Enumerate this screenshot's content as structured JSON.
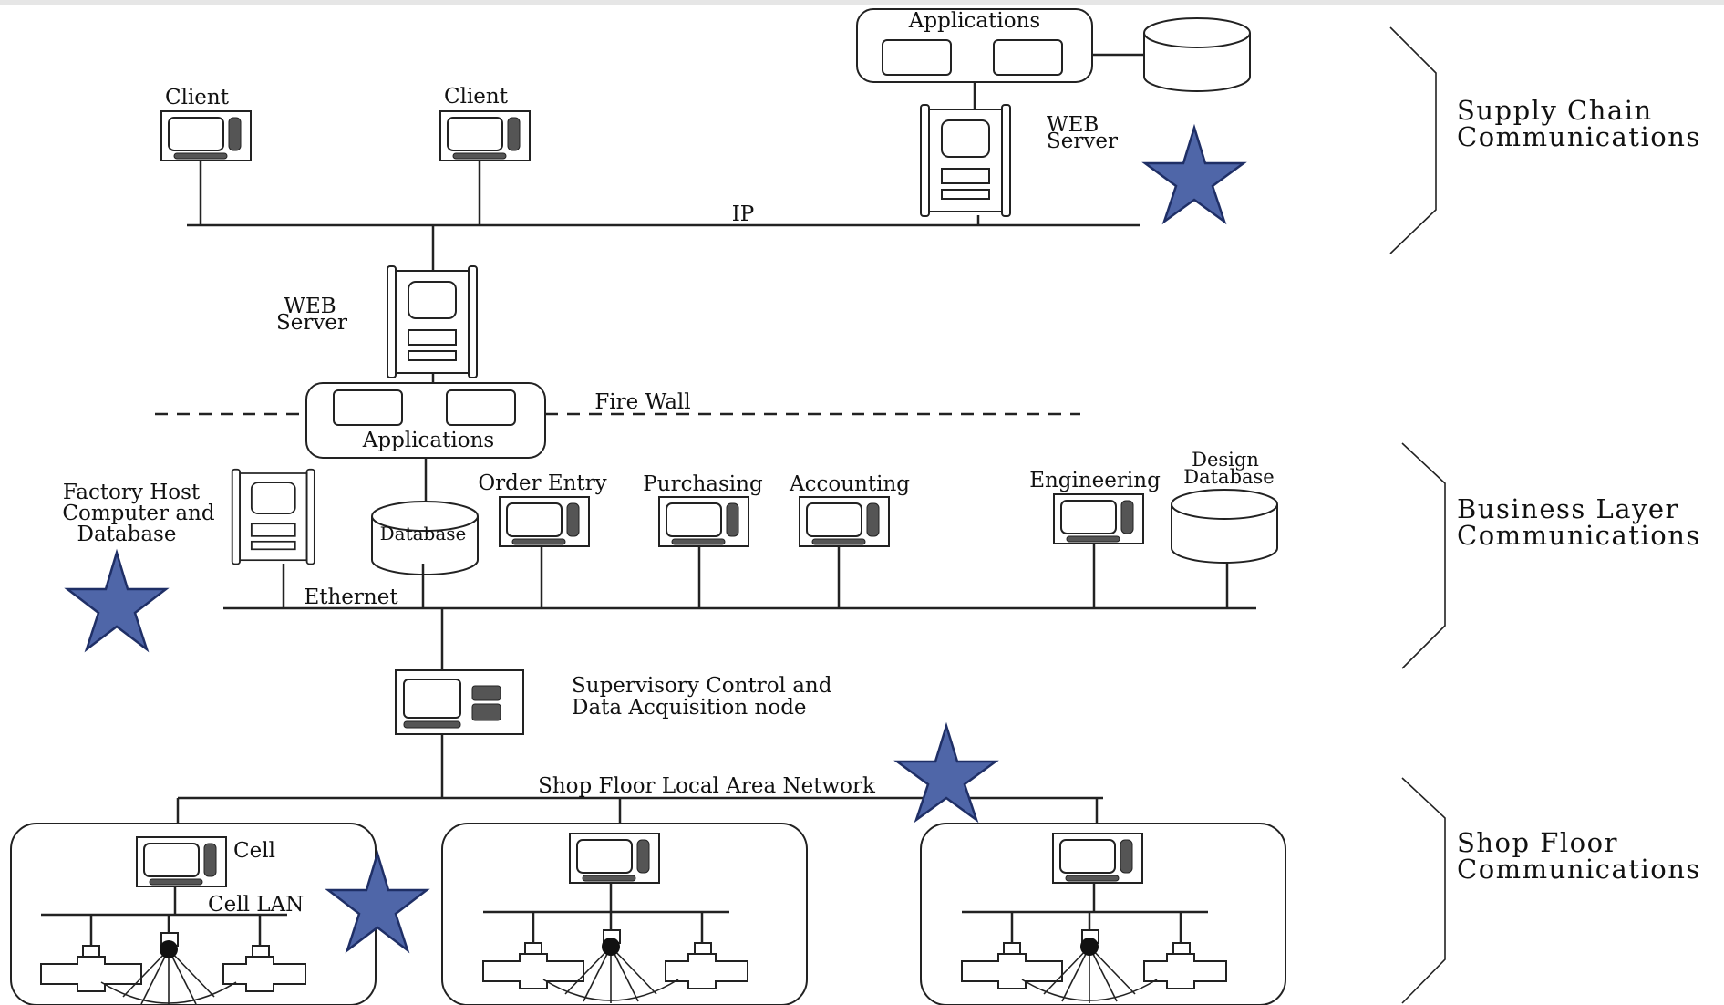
{
  "top": {
    "applications": "Applications",
    "client_1": "Client",
    "client_2": "Client",
    "web_server_line1": "WEB",
    "web_server_line2": "Server",
    "ip": "IP"
  },
  "mid": {
    "web_server_line1": "WEB",
    "web_server_line2": "Server",
    "applications": "Applications",
    "fire_wall": "Fire Wall"
  },
  "business": {
    "factory_host_line1": "Factory Host",
    "factory_host_line2": "Computer and",
    "factory_host_line3": "Database",
    "database": "Database",
    "order_entry": "Order Entry",
    "purchasing": "Purchasing",
    "accounting": "Accounting",
    "engineering": "Engineering",
    "design_db_line1": "Design",
    "design_db_line2": "Database",
    "ethernet": "Ethernet"
  },
  "scada": {
    "line1": "Supervisory Control and",
    "line2": "Data Acquisition node"
  },
  "shop": {
    "lan": "Shop Floor Local Area Network",
    "cell": "Cell",
    "cell_lan": "Cell LAN"
  },
  "layers": {
    "supply_line1": "Supply Chain",
    "supply_line2": "Communications",
    "business_line1": "Business Layer",
    "business_line2": "Communications",
    "shop_line1": "Shop Floor",
    "shop_line2": "Communications"
  },
  "colors": {
    "star_fill": "#4f66a8",
    "star_stroke": "#1f2f66",
    "line": "#222222"
  },
  "icons": [
    "workstation-icon",
    "server-tower-icon",
    "database-cylinder-icon",
    "robot-arm-icon",
    "star-marker-icon",
    "brace-icon"
  ]
}
